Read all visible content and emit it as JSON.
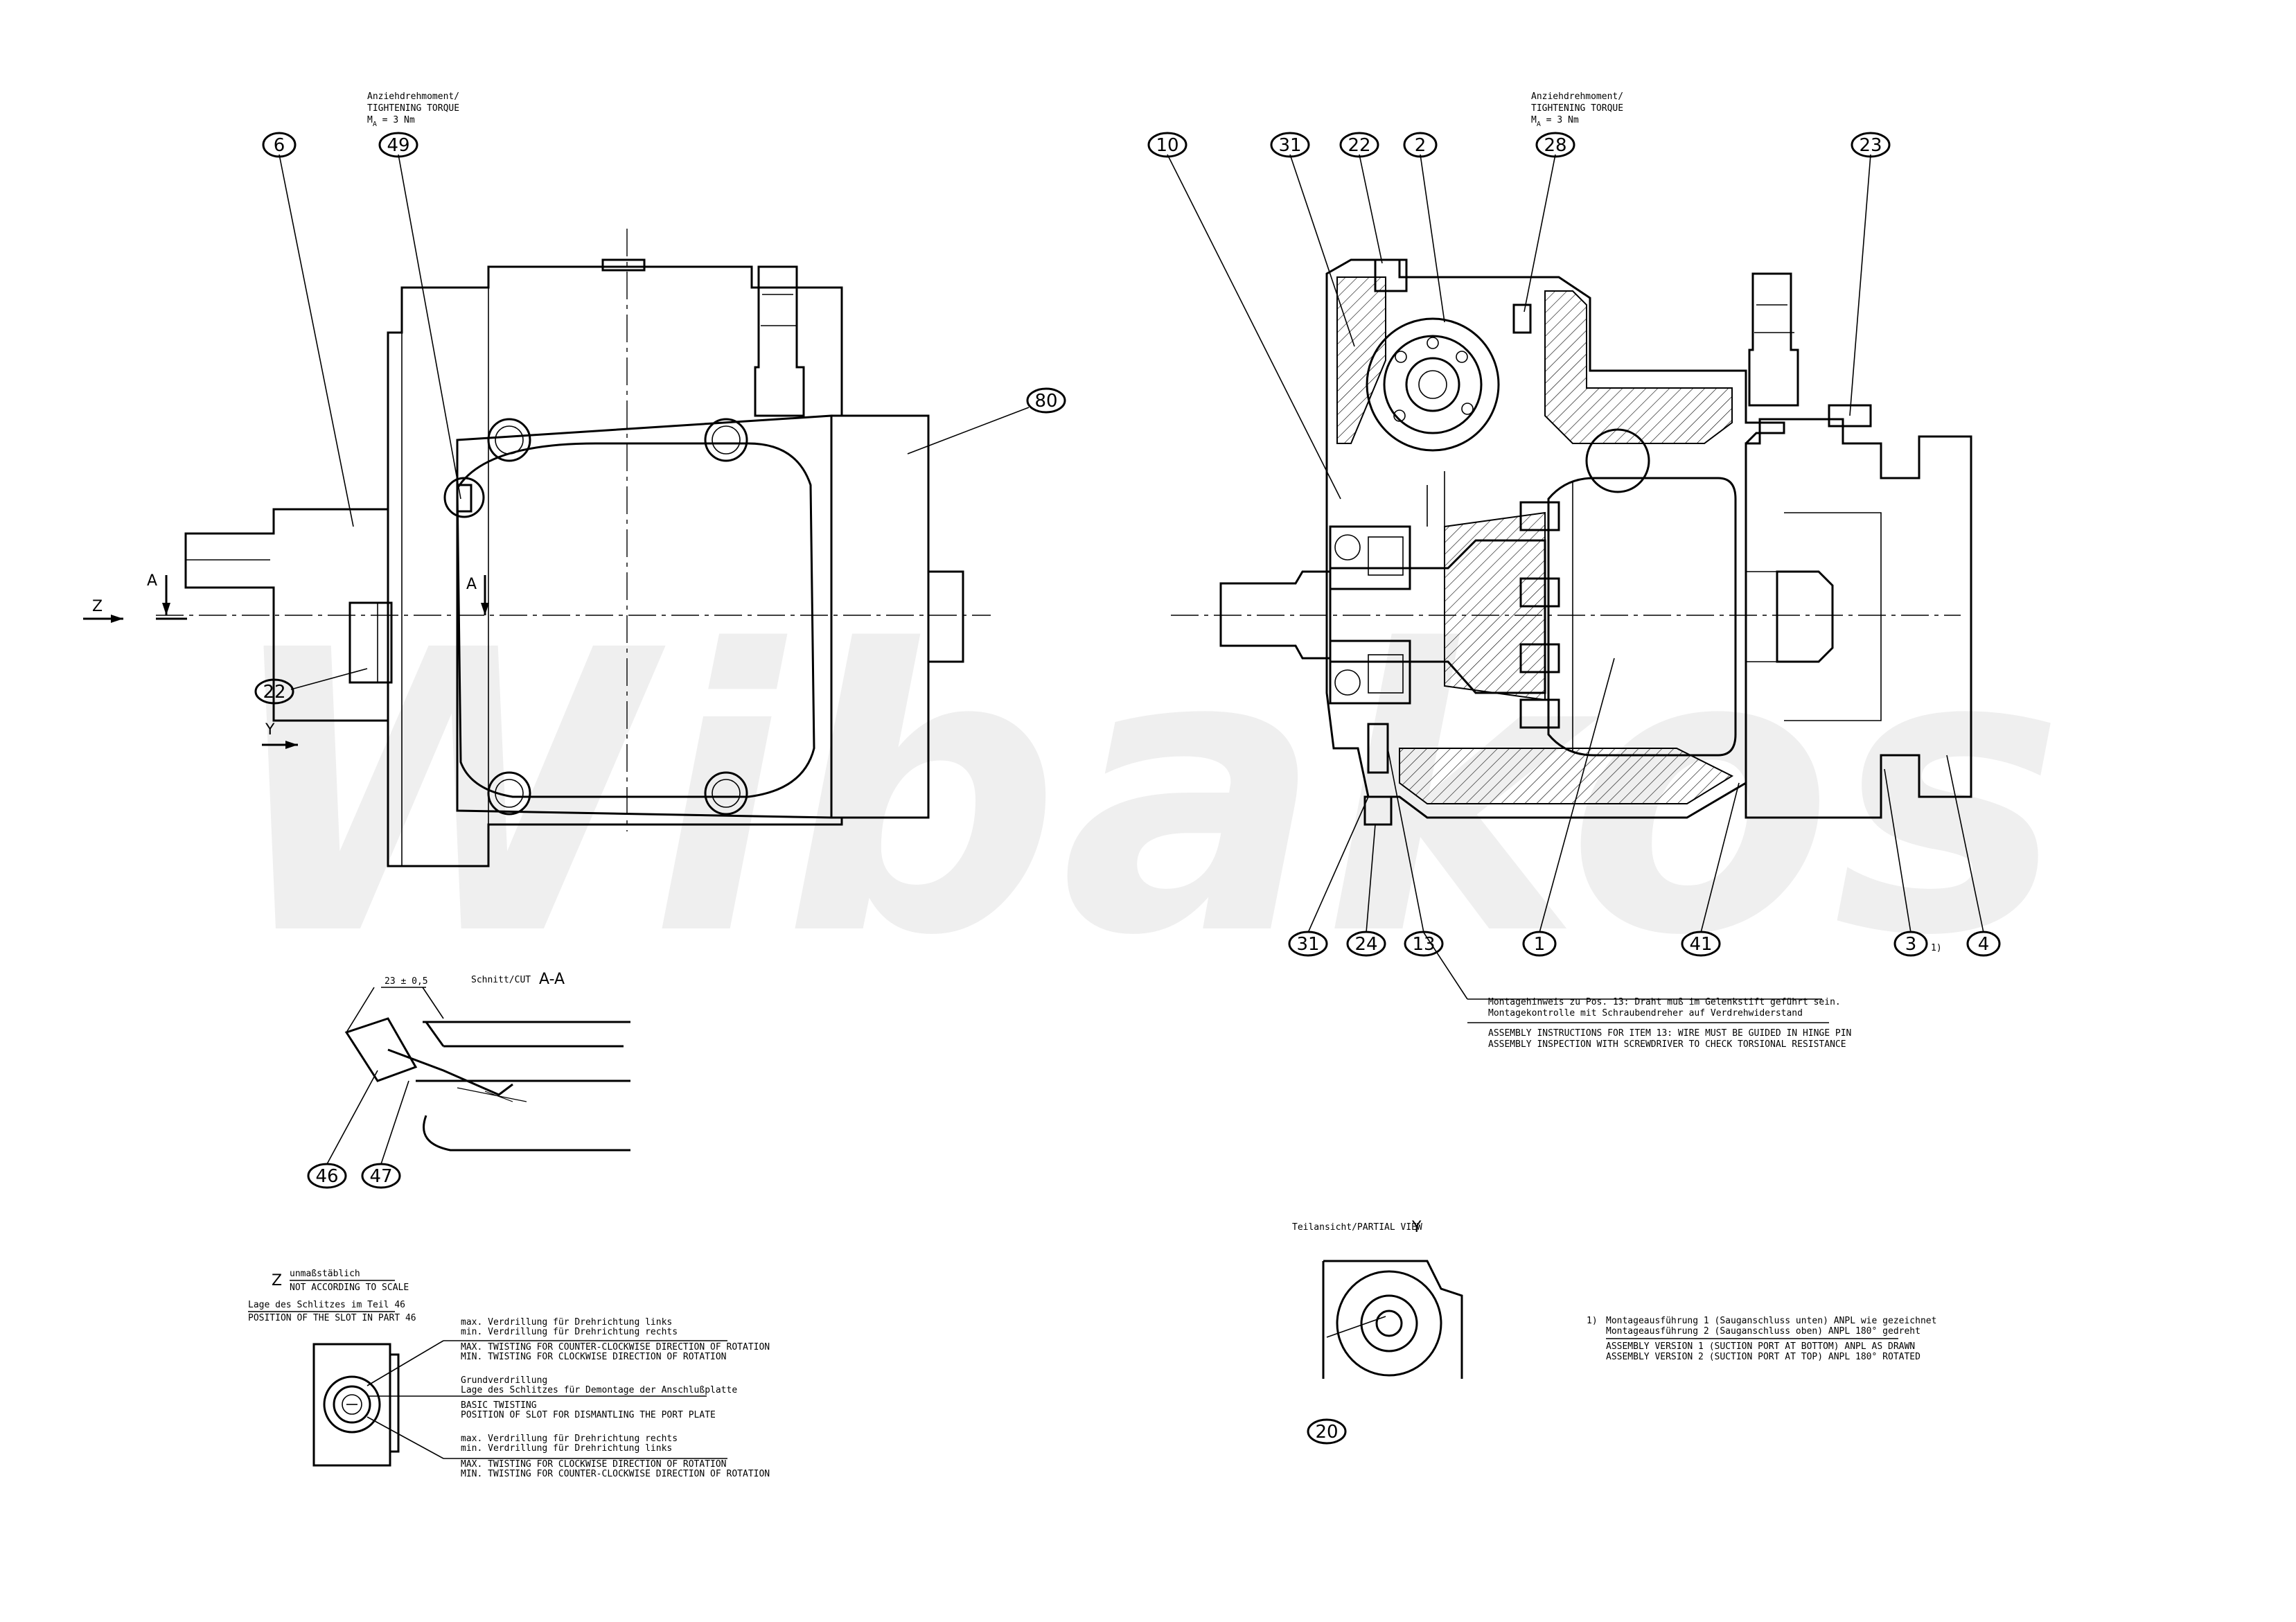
{
  "watermark": {
    "text": "Wibakos",
    "color": "#eeeeee"
  },
  "torque_notes": [
    {
      "id": "left",
      "line1": "Anziehdrehmoment/",
      "line2": "TIGHTENING TORQUE",
      "line3": "M",
      "sub": "A",
      "line3b": " = 3 Nm"
    },
    {
      "id": "right",
      "line1": "Anziehdrehmoment/",
      "line2": "TIGHTENING TORQUE",
      "line3": "M",
      "sub": "A",
      "line3b": " = 3 Nm"
    }
  ],
  "callouts": {
    "c6": "6",
    "c49": "49",
    "c80": "80",
    "c22a": "22",
    "c10": "10",
    "c31a": "31",
    "c22b": "22",
    "c2": "2",
    "c28": "28",
    "c23": "23",
    "c31b": "31",
    "c24": "24",
    "c13": "13",
    "c1": "1",
    "c41": "41",
    "c3": "3",
    "c4": "4",
    "c46": "46",
    "c47": "47",
    "c20": "20"
  },
  "footnote_mark": "1)",
  "view_marks": {
    "z": "Z",
    "a1": "A",
    "a2": "A",
    "y": "Y"
  },
  "section": {
    "label": "Schnitt/CUT",
    "title": "A-A",
    "dim": "23 ± 0,5"
  },
  "assembly_note": {
    "de1": "Montagehinweis zu Pos. 13: Draht muß im Gelenkstift geführt sein.",
    "de2": "Montagekontrolle mit Schraubendreher auf Verdrehwiderstand",
    "en1": "ASSEMBLY INSTRUCTIONS FOR ITEM 13: WIRE MUST BE GUIDED IN HINGE PIN",
    "en2": "ASSEMBLY INSPECTION WITH SCREWDRIVER TO CHECK TORSIONAL RESISTANCE"
  },
  "z_view": {
    "letter": "Z",
    "scale_de": "unmaßstäblich",
    "scale_en": "NOT ACCORDING TO SCALE",
    "slot_de": "Lage des Schlitzes im Teil 46",
    "slot_en": "POSITION OF THE SLOT IN PART 46",
    "max1_de": "max. Verdrillung für Drehrichtung links",
    "min1_de": "min. Verdrillung für Drehrichtung rechts",
    "max1_en": "MAX. TWISTING FOR COUNTER-CLOCKWISE DIRECTION OF ROTATION",
    "min1_en": "MIN. TWISTING FOR CLOCKWISE DIRECTION OF ROTATION",
    "basic_de1": "Grundverdrillung",
    "basic_de2": "Lage des Schlitzes für Demontage der Anschlußplatte",
    "basic_en1": "BASIC TWISTING",
    "basic_en2": "POSITION OF SLOT FOR DISMANTLING THE PORT PLATE",
    "max2_de": "max. Verdrillung für Drehrichtung rechts",
    "min2_de": "min. Verdrillung für Drehrichtung links",
    "max2_en": "MAX. TWISTING FOR CLOCKWISE DIRECTION OF ROTATION",
    "min2_en": "MIN. TWISTING FOR COUNTER-CLOCKWISE DIRECTION OF ROTATION"
  },
  "partial_view": {
    "label": "Teilansicht/PARTIAL VIEW",
    "letter": "Y"
  },
  "version_note": {
    "mark": "1)",
    "de1": "Montageausführung 1 (Sauganschluss unten) ANPL wie gezeichnet",
    "de2": "Montageausführung 2 (Sauganschluss oben) ANPL 180° gedreht",
    "en1": "ASSEMBLY VERSION 1 (SUCTION PORT AT BOTTOM) ANPL AS DRAWN",
    "en2": "ASSEMBLY VERSION 2 (SUCTION PORT AT TOP) ANPL 180° ROTATED"
  }
}
